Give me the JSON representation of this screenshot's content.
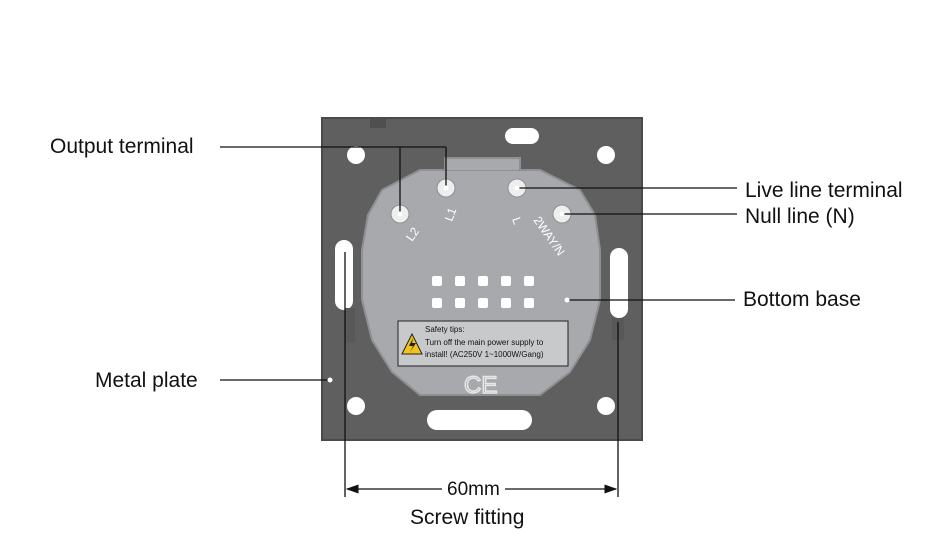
{
  "callouts": {
    "output_terminal": "Output terminal",
    "live_line_terminal": "Live line terminal",
    "null_line": "Null line (N)",
    "bottom_base": "Bottom base",
    "metal_plate": "Metal plate",
    "screw_fitting": "Screw fitting"
  },
  "dimension": {
    "distance": "60mm"
  },
  "terminals": {
    "l2": "L2",
    "l1": "L1",
    "l": "L",
    "two_way_n": "2WAY/N"
  },
  "safety_sticker": {
    "title": "Safety tips:",
    "line1": "Turn off the main power supply to",
    "line2": "install! (AC250V  1~1000W/Gang)"
  },
  "certification_mark": "CE",
  "colors": {
    "plate": "#5f5f5f",
    "plate_edge": "#4a4a4a",
    "base": "#a7a9ac",
    "base_edge": "#8e9094",
    "label_bg": "#c8c9cb",
    "warning": "#f2c31b",
    "leader_line": "#111111"
  }
}
